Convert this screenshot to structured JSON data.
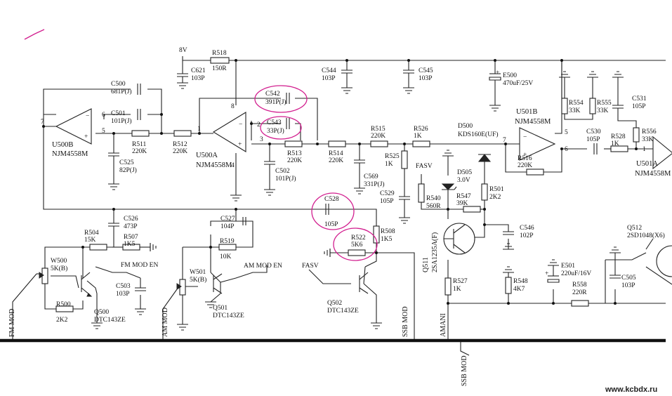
{
  "watermark": "www.kcbdx.ru",
  "supply": "8V",
  "opamps": [
    {
      "ref": "U500B",
      "model": "NJM4558M",
      "pin_out": "7",
      "pin_inv": "6",
      "pin_noninv": "5"
    },
    {
      "ref": "U500A",
      "model": "NJM4558M",
      "pin_out": "1",
      "pin_inv": "2",
      "pin_noninv": "3",
      "pin_supply": "8",
      "pin_gnd": "4"
    },
    {
      "ref": "U501B",
      "model": "NJM4558M",
      "pin_out": "7",
      "pin_inv": "6",
      "pin_noninv": "5"
    },
    {
      "ref": "U501A",
      "model": "NJM4558M",
      "pin_noninv": "1"
    }
  ],
  "resistors": [
    {
      "ref": "R518",
      "value": "150R"
    },
    {
      "ref": "R511",
      "value": "220K"
    },
    {
      "ref": "R512",
      "value": "220K"
    },
    {
      "ref": "R513",
      "value": "220K"
    },
    {
      "ref": "R514",
      "value": "220K"
    },
    {
      "ref": "R515",
      "value": "220K"
    },
    {
      "ref": "R526",
      "value": "1K"
    },
    {
      "ref": "R525",
      "value": "1K"
    },
    {
      "ref": "R516",
      "value": "220K"
    },
    {
      "ref": "R554",
      "value": "33K"
    },
    {
      "ref": "R555",
      "value": "33K"
    },
    {
      "ref": "R528",
      "value": "1K"
    },
    {
      "ref": "R556",
      "value": "33K"
    },
    {
      "ref": "R504",
      "value": "15K"
    },
    {
      "ref": "R507",
      "value": "1K5"
    },
    {
      "ref": "R500",
      "value": "2K2"
    },
    {
      "ref": "R519",
      "value": "10K"
    },
    {
      "ref": "R522",
      "value": "5K6"
    },
    {
      "ref": "R508",
      "value": "1K5"
    },
    {
      "ref": "R540",
      "value": "560R"
    },
    {
      "ref": "R547",
      "value": "39K"
    },
    {
      "ref": "R501",
      "value": "2K2"
    },
    {
      "ref": "R527",
      "value": "1K"
    },
    {
      "ref": "R548",
      "value": "4K7"
    },
    {
      "ref": "R558",
      "value": "220R"
    }
  ],
  "capacitors": [
    {
      "ref": "C500",
      "value": "681P(J)"
    },
    {
      "ref": "C501",
      "value": "101P(J)"
    },
    {
      "ref": "C525",
      "value": "82P(J)"
    },
    {
      "ref": "C621",
      "value": "103P"
    },
    {
      "ref": "C542",
      "value": "391P(J)"
    },
    {
      "ref": "C543",
      "value": "33P(J)"
    },
    {
      "ref": "C544",
      "value": "103P"
    },
    {
      "ref": "C545",
      "value": "103P"
    },
    {
      "ref": "C502",
      "value": "101P(J)"
    },
    {
      "ref": "C569",
      "value": "331P(J)"
    },
    {
      "ref": "C529",
      "value": "105P"
    },
    {
      "ref": "C530",
      "value": "105P"
    },
    {
      "ref": "C531",
      "value": "105P"
    },
    {
      "ref": "C526",
      "value": "473P"
    },
    {
      "ref": "C527",
      "value": "104P"
    },
    {
      "ref": "C528",
      "value": "105P"
    },
    {
      "ref": "C503",
      "value": "103P"
    },
    {
      "ref": "C546",
      "value": "102P"
    },
    {
      "ref": "C505",
      "value": "103P"
    }
  ],
  "electrolytics": [
    {
      "ref": "E500",
      "value": "470uF/25V"
    },
    {
      "ref": "E501",
      "value": "220uF/16V"
    }
  ],
  "diodes": [
    {
      "ref": "D500",
      "model": "KDS160E(UF)"
    },
    {
      "ref": "D505",
      "value": "3.0V"
    }
  ],
  "transistors": [
    {
      "ref": "Q500",
      "model": "DTC143ZE"
    },
    {
      "ref": "Q501",
      "model": "DTC143ZE"
    },
    {
      "ref": "Q502",
      "model": "DTC143ZE"
    },
    {
      "ref": "Q511",
      "model": "2SA1235A(F)"
    },
    {
      "ref": "Q512",
      "model": "2SD1048(X6)"
    }
  ],
  "pots": [
    {
      "ref": "W500",
      "value": "5K(B)"
    },
    {
      "ref": "W501",
      "value": "5K(B)"
    }
  ],
  "signals": {
    "fm_mod_en": "FM MOD EN",
    "am_mod_en": "AM MOD EN",
    "fasv1": "FASV",
    "fasv2": "FASV",
    "fm_mod": "FM MOD",
    "am_mod": "AM MOD",
    "ssb_mod": "SSB MOD",
    "am_ani": "AMANI",
    "ssb_mod_bus": "SSB MOD"
  }
}
